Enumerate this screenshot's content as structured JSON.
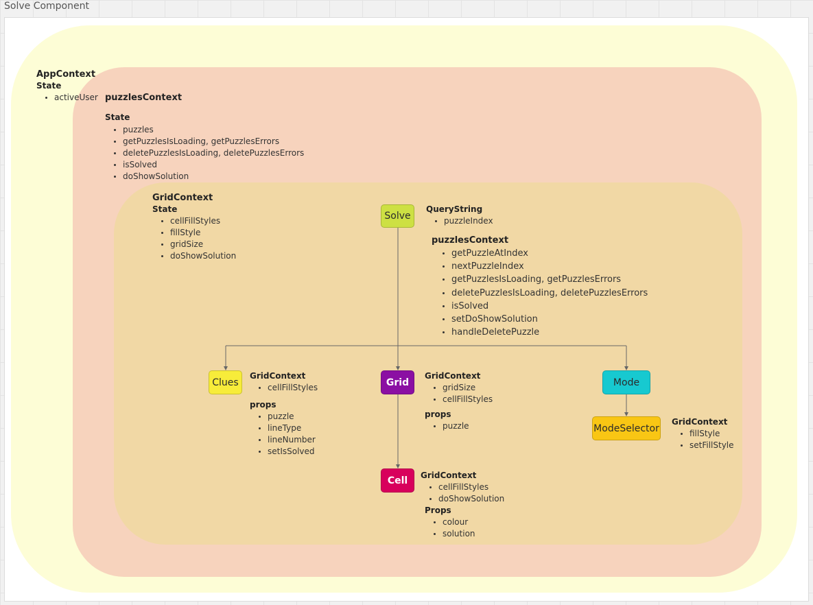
{
  "frame": {
    "title": "Solve Component"
  },
  "contexts": {
    "app": {
      "name": "AppContext",
      "state_label": "State",
      "state_items": [
        "activeUser"
      ],
      "color": "#fdfdd6"
    },
    "puzzles": {
      "name": "puzzlesContext",
      "state_label": "State",
      "state_items": [
        "puzzles",
        "getPuzzlesIsLoading, getPuzzlesErrors",
        "deletePuzzlesIsLoading, deletePuzzlesErrors",
        "isSolved",
        "doShowSolution"
      ],
      "color": "#f7d3bd"
    },
    "grid": {
      "name": "GridContext",
      "state_label": "State",
      "state_items": [
        "cellFillStyles",
        "fillStyle",
        "gridSize",
        "doShowSolution"
      ],
      "color": "#f1d8a5"
    }
  },
  "nodes": {
    "solve": {
      "label": "Solve",
      "color": "#cde043"
    },
    "clues": {
      "label": "Clues",
      "color": "#f7ec3a"
    },
    "grid": {
      "label": "Grid",
      "color": "#8b0fa3"
    },
    "mode": {
      "label": "Mode",
      "color": "#17c9d0"
    },
    "modeselector": {
      "label": "ModeSelector",
      "color": "#f9c614"
    },
    "cell": {
      "label": "Cell",
      "color": "#d8005c"
    }
  },
  "annotations": {
    "solve": {
      "query_label": "QueryString",
      "query_items": [
        "puzzleIndex"
      ],
      "ctx_label": "puzzlesContext",
      "ctx_items": [
        "getPuzzleAtIndex",
        "nextPuzzleIndex",
        "getPuzzlesIsLoading, getPuzzlesErrors",
        "deletePuzzlesIsLoading, deletePuzzlesErrors",
        "isSolved",
        "setDoShowSolution",
        "handleDeletePuzzle"
      ]
    },
    "clues": {
      "ctx_label": "GridContext",
      "ctx_items": [
        "cellFillStyles"
      ],
      "props_label": "props",
      "props_items": [
        "puzzle",
        "lineType",
        "lineNumber",
        "setIsSolved"
      ]
    },
    "grid": {
      "ctx_label": "GridContext",
      "ctx_items": [
        "gridSize",
        "cellFillStyles"
      ],
      "props_label": "props",
      "props_items": [
        "puzzle"
      ]
    },
    "modeselector": {
      "ctx_label": "GridContext",
      "ctx_items": [
        "fillStyle",
        "setFillStyle"
      ]
    },
    "cell": {
      "ctx_label": "GridContext",
      "ctx_items": [
        "cellFillStyles",
        "doShowSolution"
      ],
      "props_label": "Props",
      "props_items": [
        "colour",
        "solution"
      ]
    }
  }
}
